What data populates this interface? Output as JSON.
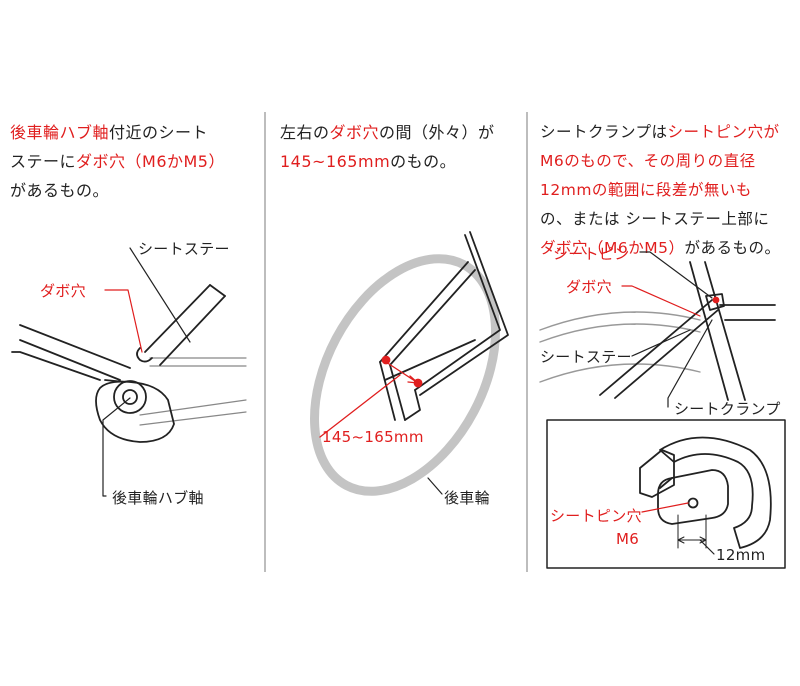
{
  "panel1": {
    "line1": [
      {
        "t": "後車輪ハブ軸",
        "red": true
      },
      {
        "t": "付近のシート",
        "red": false
      }
    ],
    "line2": [
      {
        "t": "ステーに",
        "red": false
      },
      {
        "t": "ダボ穴（M6かM5）",
        "red": true
      }
    ],
    "line3": [
      {
        "t": "があるもの。",
        "red": false
      }
    ],
    "label_seat_stay": "シートステー",
    "label_dowel_hole": "ダボ穴",
    "label_rear_hub": "後車輪ハブ軸"
  },
  "panel2": {
    "line1": [
      {
        "t": "左右の",
        "red": false
      },
      {
        "t": "ダボ穴",
        "red": true
      },
      {
        "t": "の間（外々）が",
        "red": false
      }
    ],
    "line2": [
      {
        "t": "145~165mm",
        "red": true
      },
      {
        "t": "のもの。",
        "red": false
      }
    ],
    "label_span": "145~165mm",
    "label_rear_wheel": "後車輪"
  },
  "panel3": {
    "line1": [
      {
        "t": "シートクランプは",
        "red": false
      },
      {
        "t": "シートピン穴が",
        "red": true
      }
    ],
    "line2": [
      {
        "t": "M6のもので、その周りの直径",
        "red": true
      }
    ],
    "line3": [
      {
        "t": "12mmの範囲に段差が無いも",
        "red": true
      }
    ],
    "line4": [
      {
        "t": "の、または シートステー上部に",
        "red": false
      }
    ],
    "line5": [
      {
        "t": "ダボ穴（M6かM5）",
        "red": true
      },
      {
        "t": "があるもの。",
        "red": false
      }
    ],
    "label_seat_pin": "シートピン",
    "label_dowel_hole": "ダボ穴",
    "label_seat_stay": "シートステー",
    "label_seat_clamp": "シートクランプ",
    "label_seat_pin_hole": "シートピン穴",
    "label_m6": "M6",
    "label_12mm": "12mm"
  },
  "colors": {
    "accent_red": "#e01e1e",
    "text": "#222222",
    "divider": "#bdbdbd",
    "tire": "#c4c4c4"
  }
}
